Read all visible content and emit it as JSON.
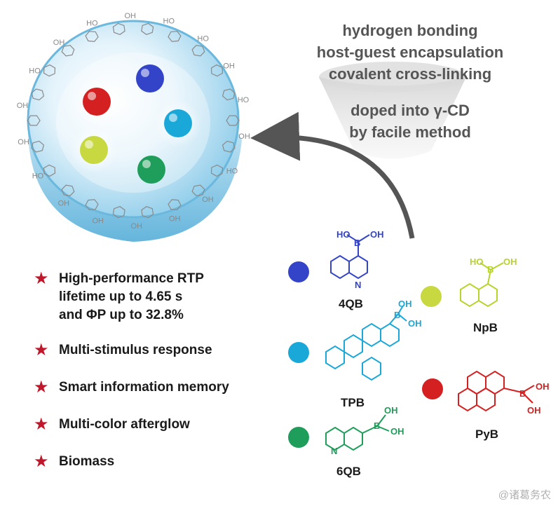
{
  "process_text": [
    "hydrogen bonding",
    "host-guest encapsulation",
    "covalent cross-linking"
  ],
  "doping_text": [
    "doped into γ-CD",
    "by facile method"
  ],
  "cd_ring_labels": [
    "HO",
    "OH",
    "HO",
    "HO",
    "OH",
    "HO",
    "OH",
    "HO",
    "OH",
    "OH",
    "OH",
    "OH",
    "OH",
    "HO",
    "OH",
    "OH",
    "HO",
    "OH"
  ],
  "features": [
    "High-performance RTP\nlifetime up to 4.65 s\nand ΦP up to 32.8%",
    "Multi-stimulus response",
    "Smart information memory",
    "Multi-color afterglow",
    "Biomass"
  ],
  "molecules": [
    {
      "label": "4QB",
      "color": "#3344c8",
      "atom": "N"
    },
    {
      "label": "NpB",
      "color": "#b8d42a"
    },
    {
      "label": "TPB",
      "color": "#1aa8d8"
    },
    {
      "label": "PyB",
      "color": "#d42020"
    },
    {
      "label": "6QB",
      "color": "#1e9e5a",
      "atom": "N"
    }
  ],
  "boronic_labels": {
    "ho": "HO",
    "oh": "OH",
    "b": "B"
  },
  "sphere_colors": {
    "red": "#d42020",
    "blue": "#3344c8",
    "cyan": "#1aa8d8",
    "yellow": "#c8d840",
    "green": "#1e9e5a"
  },
  "credit": "@诸葛务农"
}
